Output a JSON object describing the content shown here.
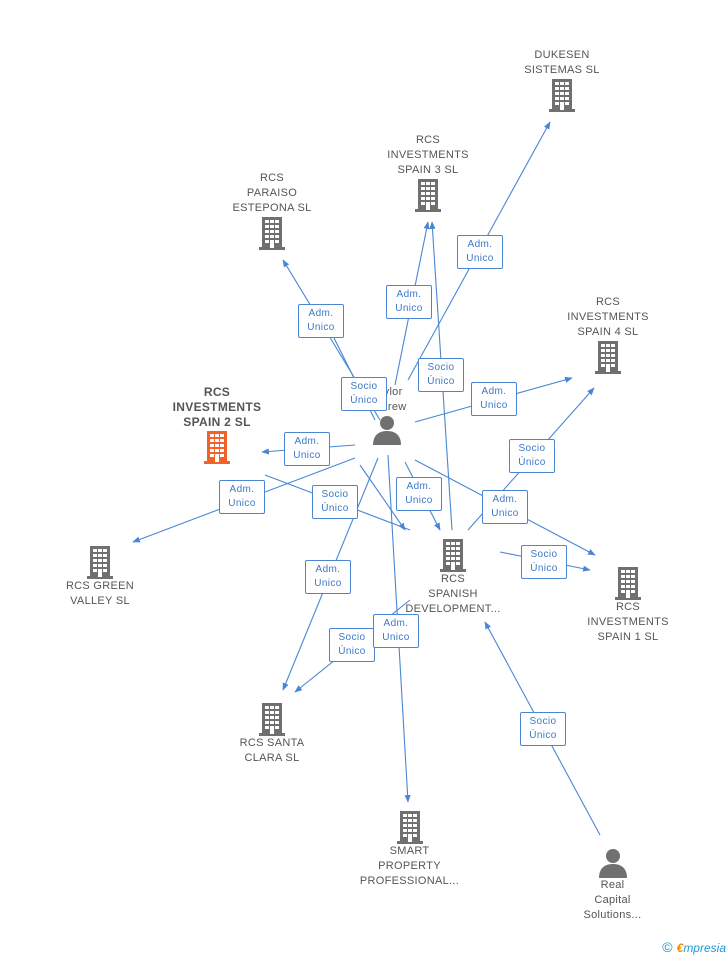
{
  "nodes": {
    "dukesen": {
      "label": "DUKESEN\nSISTEMAS SL",
      "kind": "company"
    },
    "rcs3": {
      "label": "RCS\nINVESTMENTS\nSPAIN 3  SL",
      "kind": "company"
    },
    "paraiso": {
      "label": "RCS\nPARAISO\nESTEPONA  SL",
      "kind": "company"
    },
    "rcs4": {
      "label": "RCS\nINVESTMENTS\nSPAIN 4  SL",
      "kind": "company"
    },
    "rcs2": {
      "label": "RCS\nINVESTMENTS\nSPAIN 2  SL",
      "kind": "company-focus"
    },
    "person": {
      "label": "Taylor\nAndrew",
      "kind": "person"
    },
    "green": {
      "label": "RCS GREEN\nVALLEY  SL",
      "kind": "company"
    },
    "spanish": {
      "label": "RCS\nSPANISH\nDEVELOPMENT...",
      "kind": "company"
    },
    "rcs1": {
      "label": "RCS\nINVESTMENTS\nSPAIN 1  SL",
      "kind": "company"
    },
    "clara": {
      "label": "RCS SANTA\nCLARA  SL",
      "kind": "company"
    },
    "smart": {
      "label": "SMART\nPROPERTY\nPROFESSIONAL...",
      "kind": "company"
    },
    "real": {
      "label": "Real\nCapital\nSolutions...",
      "kind": "person"
    }
  },
  "edge_labels": {
    "e1": "Adm.\nUnico",
    "e2": "Adm.\nUnico",
    "e3": "Adm.\nUnico",
    "e4": "Socio\nÚnico",
    "e5": "Socio\nÚnico",
    "e6": "Adm.\nUnico",
    "e7": "Adm.\nUnico",
    "e8": "Socio\nÚnico",
    "e9": "Adm.\nUnico",
    "e10": "Socio\nÚnico",
    "e11": "Adm.\nUnico",
    "e12": "Adm.\nUnico",
    "e13": "Socio\nÚnico",
    "e14": "Adm.\nUnico",
    "e15": "Socio\nÚnico",
    "e16": "Adm.\nUnico",
    "e17": "Socio\nÚnico"
  },
  "colors": {
    "edge": "#4a86d4",
    "company_icon": "#707070",
    "focus_icon": "#f0622a",
    "person_icon": "#707070"
  },
  "brand": {
    "copyright": "©",
    "e": "€",
    "rest": "mpresia"
  }
}
